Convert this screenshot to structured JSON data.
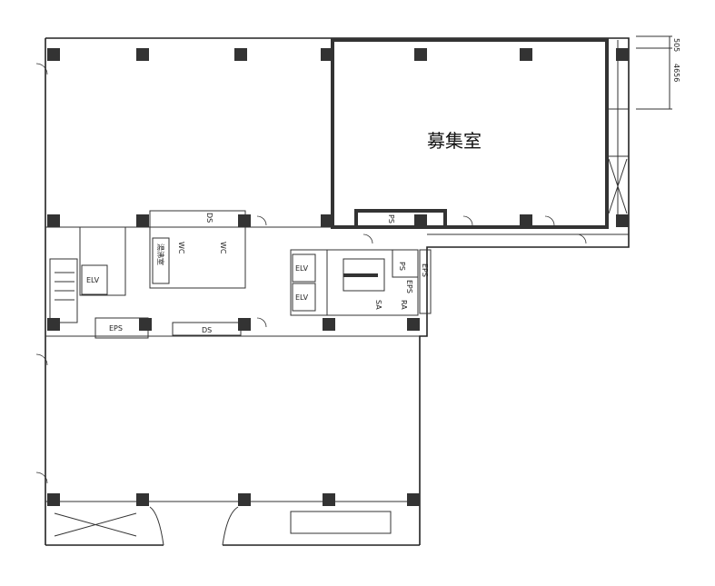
{
  "plan": {
    "highlight_room": "募集室",
    "labels": {
      "elv1": "ELV",
      "elv2": "ELV",
      "elv3": "ELV",
      "ds1": "DS",
      "ds2": "DS",
      "wc1": "WC",
      "wc2": "WC",
      "kitchen": "湯沸室",
      "eps1": "EPS",
      "eps2": "EPS",
      "eps3": "EPS",
      "ps1": "PS",
      "ps2": "PS",
      "sa": "SA",
      "ra": "RA"
    },
    "dimensions": {
      "d1": "505",
      "d2": "4656"
    }
  }
}
